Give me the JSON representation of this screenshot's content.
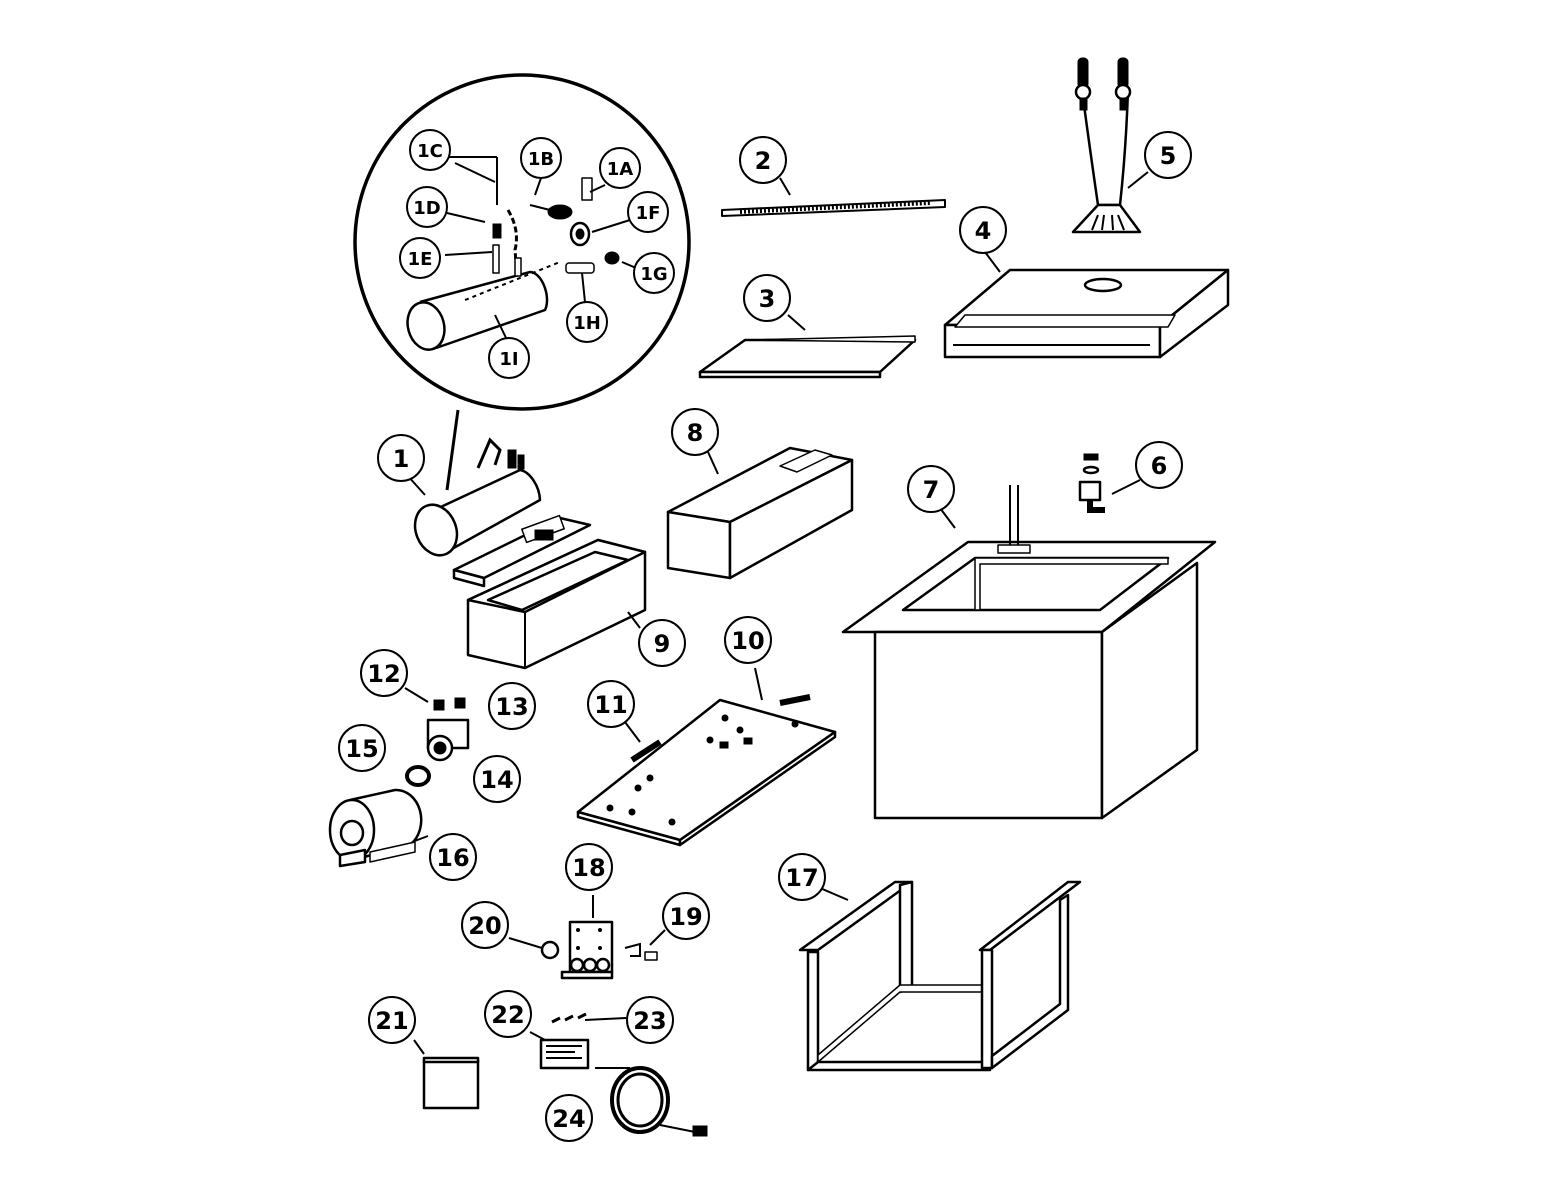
{
  "callouts": {
    "c1": "1",
    "c1a": "1A",
    "c1b": "1B",
    "c1c": "1C",
    "c1d": "1D",
    "c1e": "1E",
    "c1f": "1F",
    "c1g": "1G",
    "c1h": "1H",
    "c1i": "1I",
    "c2": "2",
    "c3": "3",
    "c4": "4",
    "c5": "5",
    "c6": "6",
    "c7": "7",
    "c8": "8",
    "c9": "9",
    "c10": "10",
    "c11": "11",
    "c12": "12",
    "c13": "13",
    "c14": "14",
    "c15": "15",
    "c16": "16",
    "c17": "17",
    "c18": "18",
    "c19": "19",
    "c20": "20",
    "c21": "21",
    "c22": "22",
    "c23": "23",
    "c24": "24"
  }
}
